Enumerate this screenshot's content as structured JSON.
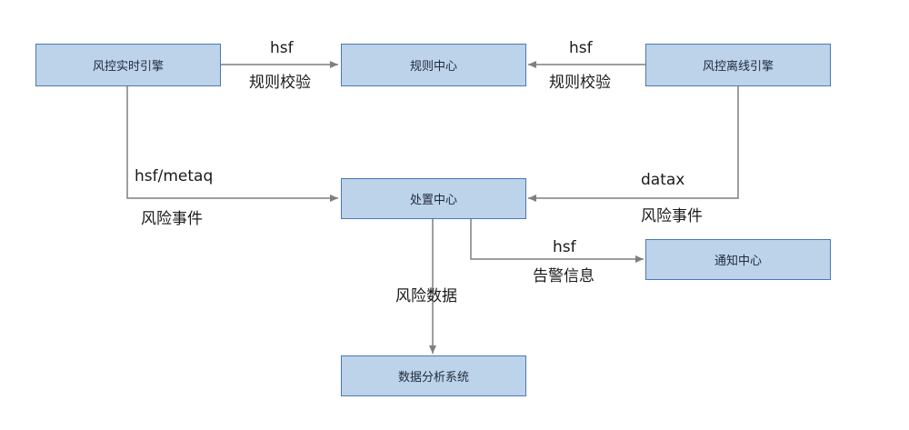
{
  "nodes": {
    "realtime_engine": "风控实时引擎",
    "rule_center": "规则中心",
    "offline_engine": "风控离线引擎",
    "disposal_center": "处置中心",
    "notify_center": "通知中心",
    "analysis_system": "数据分析系统"
  },
  "edges": {
    "realtime_to_rule": {
      "protocol": "hsf",
      "purpose": "规则校验"
    },
    "offline_to_rule": {
      "protocol": "hsf",
      "purpose": "规则校验"
    },
    "realtime_to_disposal": {
      "protocol": "hsf/metaq",
      "purpose": "风险事件"
    },
    "offline_to_disposal": {
      "protocol": "datax",
      "purpose": "风险事件"
    },
    "disposal_to_notify": {
      "protocol": "hsf",
      "purpose": "告警信息"
    },
    "disposal_to_analysis": {
      "purpose": "风险数据"
    }
  },
  "colors": {
    "node_fill": "#bcd3ea",
    "node_border": "#4a78b5",
    "edge": "#7f7f7f"
  }
}
